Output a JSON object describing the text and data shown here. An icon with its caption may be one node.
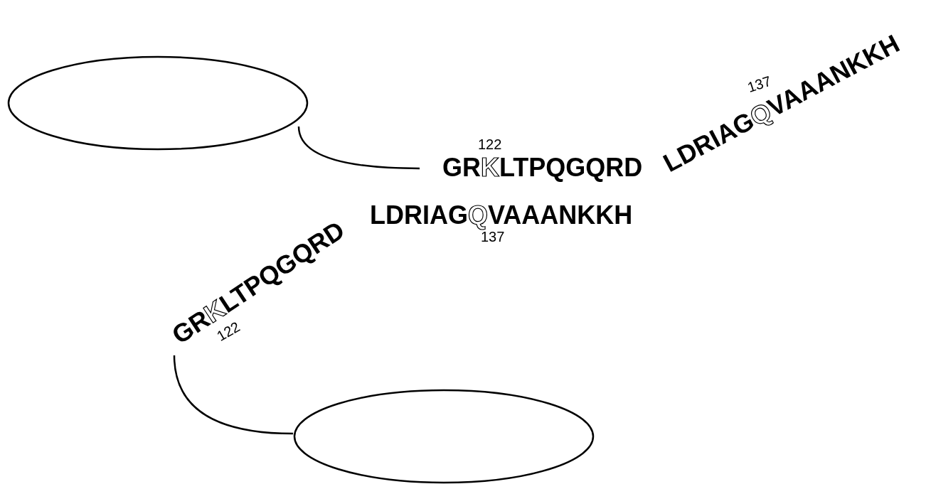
{
  "diagram": {
    "nodes": [
      {
        "text": [],
        "shape": "ellipse"
      },
      {
        "text": [
          "GRKLTPQGQRD",
          "LDRIAGQVAAANKKH"
        ],
        "beside": [
          "122",
          "137"
        ]
      },
      {
        "text": [
          "GRKLTPQGQRD",
          "LDRIAGQVAAANKKH"
        ],
        "beside": [
          "122",
          "137"
        ]
      },
      {
        "text": [],
        "shape": "ellipse"
      }
    ],
    "edges": [
      {
        "from": 0,
        "to": 1,
        "arrow": "none"
      },
      {
        "from": 2,
        "to": 3,
        "arrow": "none"
      }
    ]
  }
}
